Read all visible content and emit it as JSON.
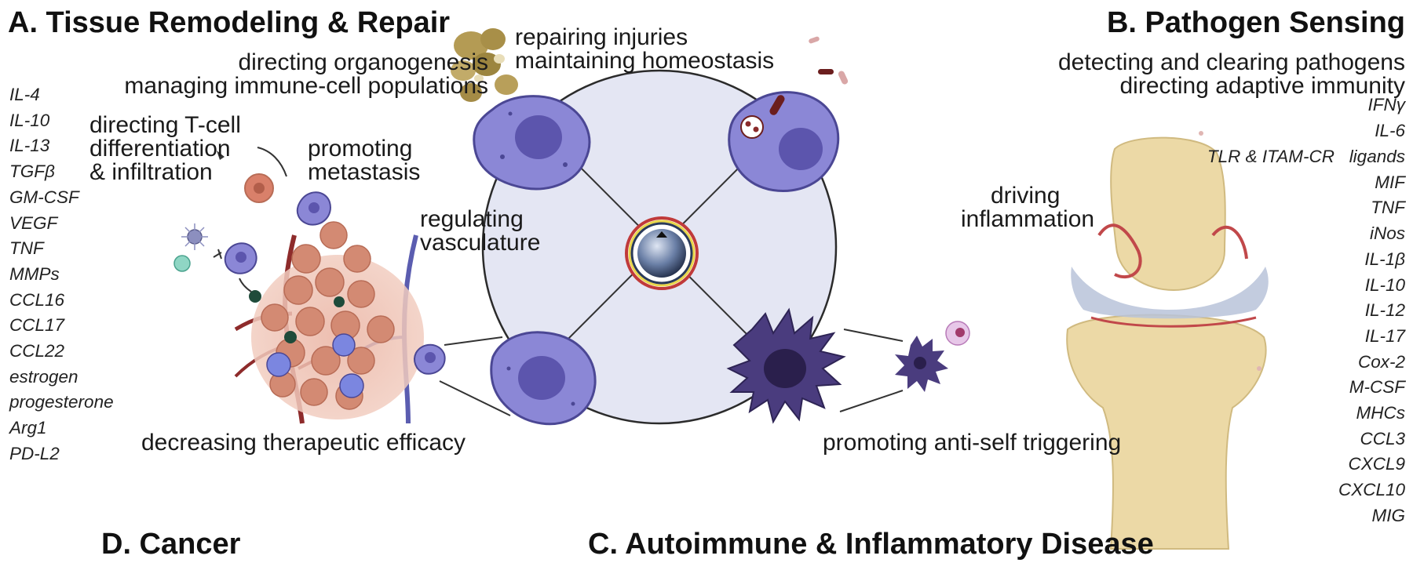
{
  "panels": {
    "a": {
      "title": "A. Tissue Remodeling & Repair",
      "roles_left": [
        "directing organogenesis",
        "managing immune-cell populations"
      ],
      "roles_top": [
        "repairing injuries",
        "maintaining homeostasis"
      ]
    },
    "b": {
      "title": "B. Pathogen Sensing",
      "roles": [
        "detecting and clearing pathogens",
        "directing adaptive immunity"
      ]
    },
    "c": {
      "title": "C. Autoimmune & Inflammatory Disease",
      "roles": [
        "driving",
        "inflammation"
      ],
      "bottom_role": "promoting anti-self triggering"
    },
    "d": {
      "title": "D. Cancer",
      "roles_tcell": [
        "directing T-cell",
        "differentiation",
        "& infiltration"
      ],
      "roles_metastasis": [
        "promoting",
        "metastasis"
      ],
      "roles_vasculature": [
        "regulating",
        "vasculature"
      ],
      "bottom_role": "decreasing therapeutic efficacy"
    }
  },
  "left_molecules": [
    "IL-4",
    "IL-10",
    "IL-13",
    "TGFβ",
    "GM-CSF",
    "VEGF",
    "TNF",
    "MMPs",
    "CCL16",
    "CCL17",
    "CCL22",
    "estrogen",
    "progesterone",
    "Arg1",
    "PD-L2"
  ],
  "right_molecules_top": [
    "IFNγ",
    "IL-6"
  ],
  "right_tlr_label": "TLR & ITAM-CR",
  "right_molecules": [
    "ligands",
    "MIF",
    "TNF",
    "iNos",
    "IL-1β",
    "IL-10",
    "IL-12",
    "IL-17",
    "Cox-2",
    "M-CSF",
    "MHCs",
    "CCL3",
    "CXCL9",
    "CXCL10",
    "MIG"
  ],
  "colors": {
    "circle_fill": "#e4e6f3",
    "cell_purple": "#8b87d6",
    "nucleus": "#5c55ad",
    "dark_cell": "#4a3c7e",
    "tumor": "#d99680",
    "artery": "#8e2b2b",
    "vein": "#5b5db0",
    "bone": "#ecd9a6"
  }
}
